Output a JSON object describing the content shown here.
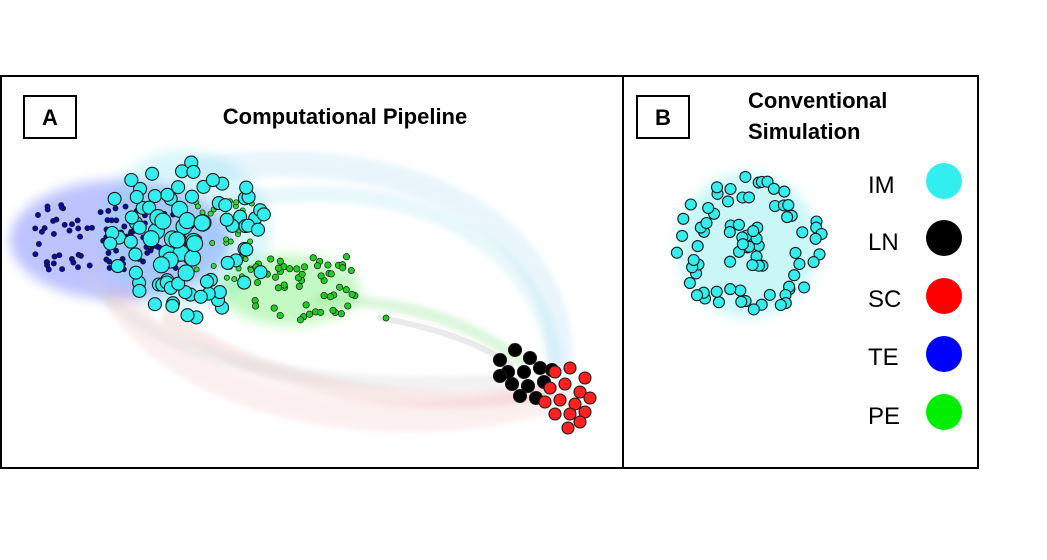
{
  "panel_a": {
    "letter": "A",
    "title": "Computational Pipeline"
  },
  "panel_b": {
    "letter": "B",
    "title_line1": "Conventional",
    "title_line2": "Simulation"
  },
  "legend": [
    {
      "label": "IM",
      "color": "#33eeee"
    },
    {
      "label": "LN",
      "color": "#000000"
    },
    {
      "label": "SC",
      "color": "#ff0000"
    },
    {
      "label": "TE",
      "color": "#0000ff"
    },
    {
      "label": "PE",
      "color": "#00ee00"
    }
  ]
}
